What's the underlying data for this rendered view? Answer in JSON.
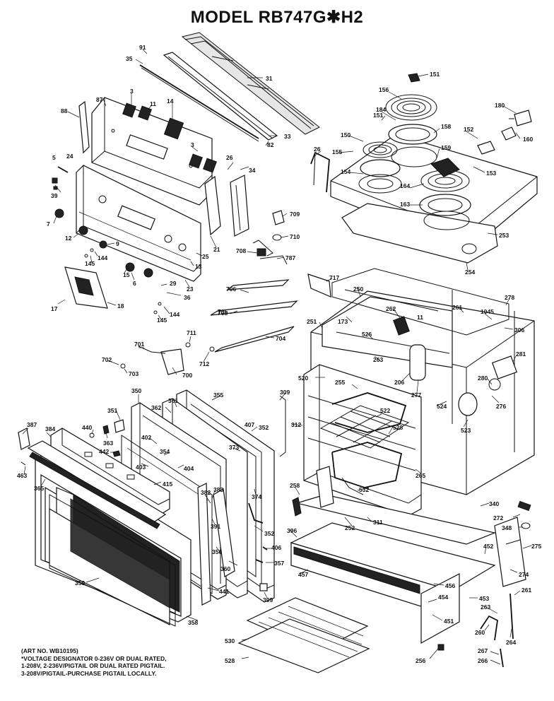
{
  "title": "MODEL RB747G✱H2",
  "notes": [
    "(ART NO. WB10195)",
    "*VOLTAGE DESIGNATOR 0-236V OR DUAL RATED,",
    "1-208V, 2-236V/PIGTAIL OR DUAL RATED PIGTAIL.",
    "3-208V/PIGTAIL-PURCHASE PIGTAIL LOCALLY."
  ],
  "labels": [
    "91",
    "35",
    "31",
    "151",
    "156",
    "87",
    "3",
    "11",
    "14",
    "180",
    "88",
    "33",
    "82",
    "151",
    "184",
    "158",
    "152",
    "150",
    "155",
    "159",
    "160",
    "5",
    "24",
    "3",
    "26",
    "34",
    "26",
    "154",
    "153",
    "39",
    "164",
    "163",
    "7",
    "12",
    "25",
    "21",
    "709",
    "710",
    "253",
    "145",
    "144",
    "9",
    "708",
    "787",
    "254",
    "6",
    "15",
    "23",
    "13",
    "29",
    "36",
    "144",
    "145",
    "18",
    "17",
    "717",
    "705",
    "706",
    "250",
    "278",
    "262",
    "261",
    "1045",
    "306",
    "11",
    "173",
    "705",
    "704",
    "251",
    "263",
    "526",
    "711",
    "701",
    "712",
    "702",
    "703",
    "700",
    "520",
    "255",
    "206",
    "277",
    "280",
    "281",
    "309",
    "276",
    "524",
    "350",
    "355",
    "312",
    "522",
    "523",
    "351",
    "362",
    "361",
    "528",
    "387",
    "384",
    "440",
    "363",
    "442",
    "402",
    "352",
    "407",
    "373",
    "403",
    "354",
    "404",
    "265",
    "463",
    "365",
    "415",
    "374",
    "382",
    "383",
    "391",
    "258",
    "252",
    "311",
    "532",
    "340",
    "272",
    "348",
    "356",
    "360",
    "406",
    "396",
    "357",
    "452",
    "275",
    "352",
    "274",
    "359",
    "441",
    "457",
    "456",
    "453",
    "399",
    "454",
    "261",
    "263",
    "358",
    "451",
    "260",
    "530",
    "264",
    "528",
    "256",
    "267",
    "266"
  ]
}
